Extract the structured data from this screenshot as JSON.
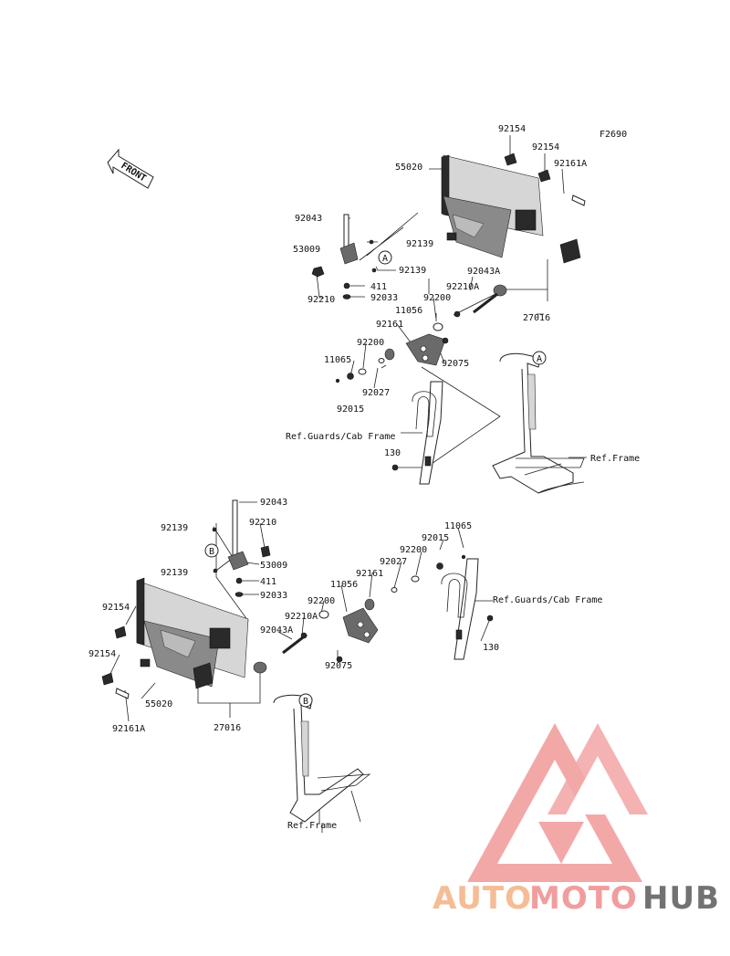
{
  "figure_code": "F2690",
  "front_label": "FRONT",
  "watermark": {
    "part1": "AUTO",
    "part2": "MOTO",
    "part3": "HUB",
    "color1": "#f4b183",
    "color2": "#f08d8d",
    "color3": "#5a5a5a"
  },
  "callouts": {
    "circle_a": "A",
    "circle_b": "B"
  },
  "upper_labels": {
    "p92154a": "92154",
    "p92154b": "92154",
    "p55020": "55020",
    "p92161A": "92161A",
    "p92043": "92043",
    "p53009": "53009",
    "p92139a": "92139",
    "p92139b": "92139",
    "p92210": "92210",
    "p411": "411",
    "p92033": "92033",
    "p92043A": "92043A",
    "p92210A": "92210A",
    "p92200a": "92200",
    "p11056": "11056",
    "p27016": "27016",
    "p92161": "92161",
    "p92200b": "92200",
    "p11065": "11065",
    "p92075": "92075",
    "p92027": "92027",
    "p92015": "92015",
    "p130": "130",
    "ref_guards": "Ref.Guards/Cab Frame",
    "ref_frame": "Ref.Frame"
  },
  "lower_labels": {
    "p92043": "92043",
    "p92139a": "92139",
    "p92210": "92210",
    "p53009": "53009",
    "p92139b": "92139",
    "p411": "411",
    "p92033": "92033",
    "p11065": "11065",
    "p92015": "92015",
    "p92200a": "92200",
    "p92027": "92027",
    "p92161": "92161",
    "p11056": "11056",
    "p92200b": "92200",
    "p92210A": "92210A",
    "p92043A": "92043A",
    "p92154a": "92154",
    "p92154b": "92154",
    "p55020": "55020",
    "p92161A": "92161A",
    "p27016": "27016",
    "p92075": "92075",
    "p130": "130",
    "ref_guards": "Ref.Guards/Cab Frame",
    "ref_frame": "Ref.Frame"
  }
}
